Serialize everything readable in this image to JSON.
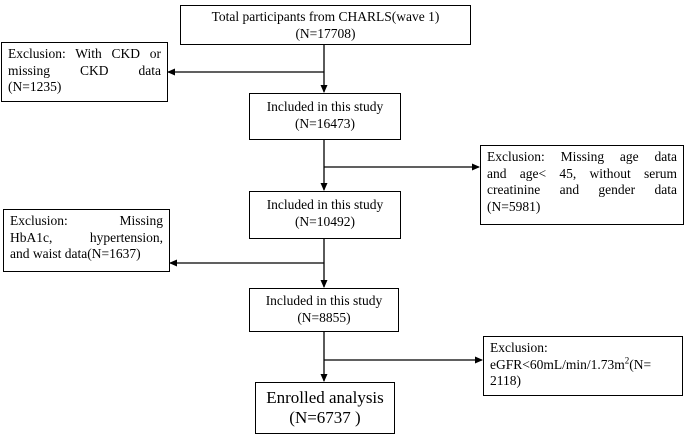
{
  "boxes": {
    "total": {
      "line1": "Total participants from CHARLS(wave 1)",
      "line2": "(N=17708)"
    },
    "excl1": {
      "line1": "Exclusion: With CKD or",
      "line2": "missing CKD data",
      "line3": "(N=1235)"
    },
    "incl1": {
      "line1": "Included in this study",
      "line2": "(N=16473)"
    },
    "excl2": {
      "line1": "Exclusion: Missing age data",
      "line2": "and age< 45, without serum",
      "line3": "creatinine and gender data",
      "line4": "(N=5981)"
    },
    "incl2": {
      "line1": "Included in this study",
      "line2": "(N=10492)"
    },
    "excl3": {
      "line1": "Exclusion: Missing",
      "line2": "HbA1c, hypertension,",
      "line3": "and waist data(N=1637)"
    },
    "incl3": {
      "line1": "Included in this study",
      "line2": "(N=8855)"
    },
    "excl4": {
      "line1": "Exclusion:",
      "line2_prefix": "eGFR<60mL/min/1.73m",
      "line2_sup": "2",
      "line2_suffix": "(N=",
      "line3": "2118)"
    },
    "final": {
      "line1": "Enrolled analysis",
      "line2": "(N=6737 )"
    }
  }
}
